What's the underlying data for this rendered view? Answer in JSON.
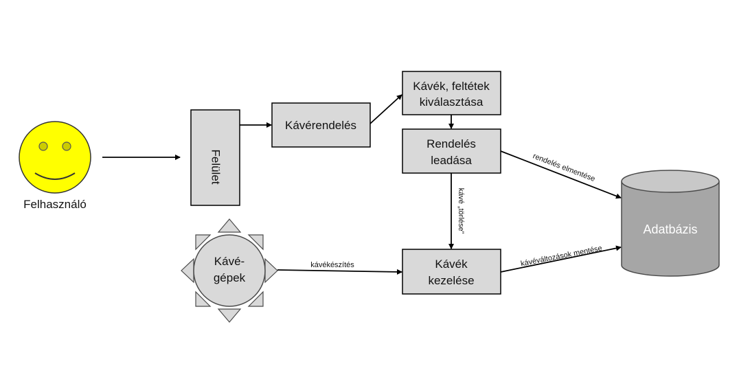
{
  "actor": {
    "label": "Felhasználó"
  },
  "nodes": {
    "felulet": "Felület",
    "kaverendeles": "Kávérendelés",
    "kivalasztas": [
      "Kávék, feltétek",
      "kiválasztása"
    ],
    "rendeles": [
      "Rendelés",
      "leadása"
    ],
    "kezelese": [
      "Kávék",
      "kezelése"
    ],
    "kavegepek": [
      "Kávé-",
      "gépek"
    ],
    "adatbazis": "Adatbázis"
  },
  "edges": {
    "rendeles_mentese": "rendelés elmentése",
    "kave_torlese": "kávé „törlése”",
    "kavekeszites": "kávékészítés",
    "valtozasok_mentese": "kávéváltozások mentése"
  },
  "colors": {
    "box_fill": "#d9d9d9",
    "stroke": "#000000",
    "smiley": "#ffff00",
    "db_fill": "#a6a6a6",
    "db_top": "#c8c8c8"
  }
}
